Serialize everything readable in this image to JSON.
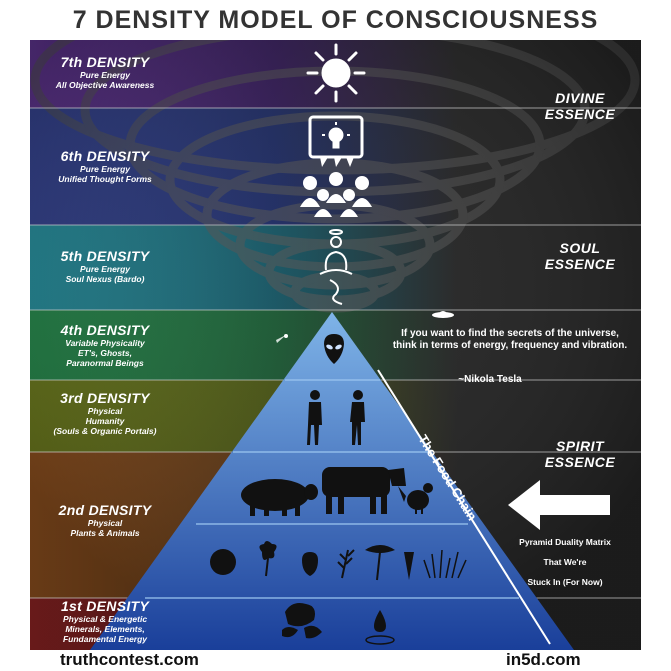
{
  "title": "7 DENSITY MODEL OF CONSCIOUSNESS",
  "densities": [
    {
      "name": "7th DENSITY",
      "lines": [
        "Pure Energy",
        "All Objective Awareness"
      ],
      "color": "#5a2d8a"
    },
    {
      "name": "6th DENSITY",
      "lines": [
        "Pure Energy",
        "Unified Thought Forms"
      ],
      "color": "#2f3c86"
    },
    {
      "name": "5th DENSITY",
      "lines": [
        "Pure Energy",
        "Soul Nexus (Bardo)"
      ],
      "color": "#1e7f8f"
    },
    {
      "name": "4th DENSITY",
      "lines": [
        "Variable Physicality",
        "ET's, Ghosts,",
        "Paranormal Beings"
      ],
      "color": "#2f8f4e"
    },
    {
      "name": "3rd DENSITY",
      "lines": [
        "Physical",
        "Humanity",
        "(Souls & Organic Portals)"
      ],
      "color": "#6f7f1e"
    },
    {
      "name": "2nd DENSITY",
      "lines": [
        "Physical",
        "Plants & Animals"
      ],
      "color": "#8a4a1e"
    },
    {
      "name": "1st DENSITY",
      "lines": [
        "Physical & Energetic",
        "Minerals, Elements,",
        "Fundamental Energy"
      ],
      "color": "#8a1e1e"
    }
  ],
  "essences": {
    "divine": [
      "DIVINE",
      "ESSENCE"
    ],
    "soul": [
      "SOUL",
      "ESSENCE"
    ],
    "spirit": [
      "SPIRIT",
      "ESSENCE"
    ]
  },
  "quote": {
    "lines": [
      "If you want to find the secrets of the universe,",
      "think in terms of energy, frequency and vibration."
    ],
    "author": "~Nikola Tesla"
  },
  "food_chain": "The Food Chain",
  "pyramid_note": [
    "Pyramid Duality Matrix",
    "That We're",
    "Stuck In (For Now)"
  ],
  "footer": {
    "left": "truthcontest.com",
    "right": "in5d.com"
  },
  "icons": [
    "sun-icon",
    "thought-screen-icon",
    "meditating-figure-icon",
    "alien-icon",
    "ufo-icon",
    "comet-icon",
    "human-figures-icon",
    "pig-icon",
    "cow-icon",
    "chicken-icon",
    "plants-icon",
    "rocks-icon",
    "water-drop-icon",
    "arrow-left-icon"
  ]
}
